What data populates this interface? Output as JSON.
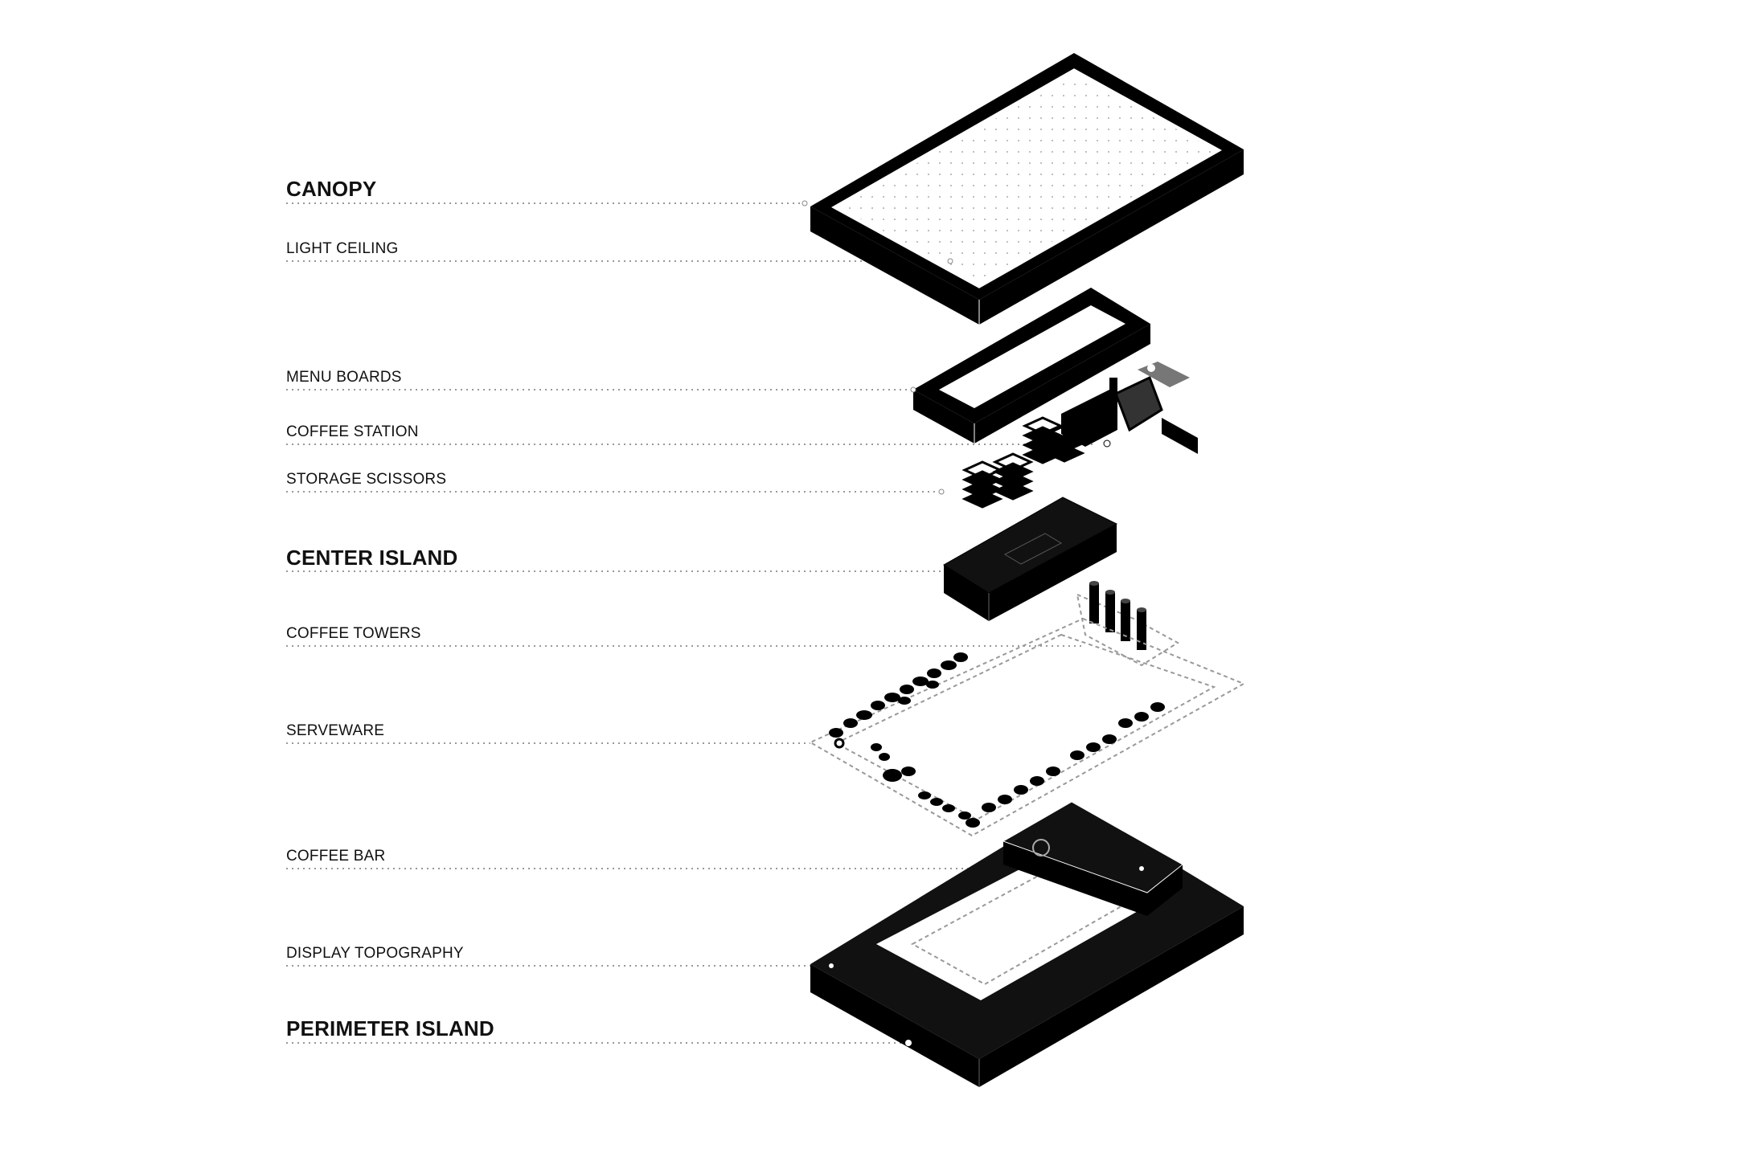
{
  "labels": {
    "canopy": "CANOPY",
    "light_ceiling": "LIGHT CEILING",
    "menu_boards": "MENU BOARDS",
    "coffee_station": "COFFEE STATION",
    "storage_scissors": "STORAGE SCISSORS",
    "center_island": "CENTER ISLAND",
    "coffee_towers": "COFFEE TOWERS",
    "serveware": "SERVEWARE",
    "coffee_bar": "COFFEE BAR",
    "display_topography": "DISPLAY TOPOGRAPHY",
    "perimeter_island": "PERIMETER ISLAND"
  },
  "colors": {
    "ink": "#000000",
    "leader": "#9a9a9a",
    "background": "#ffffff"
  }
}
